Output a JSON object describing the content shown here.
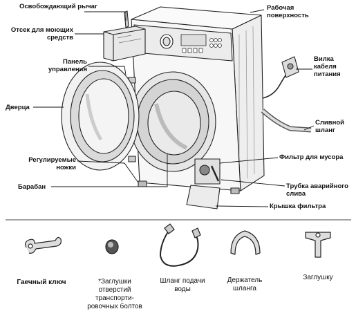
{
  "callouts": {
    "release_lever": "Освобождающий рычаг",
    "work_surface": "Рабочая поверхность",
    "detergent_drawer": "Отсек для моющих средств",
    "control_panel": "Панель управления",
    "power_plug": "Вилка кабеля питания",
    "door": "Дверца",
    "drain_hose": "Сливной шланг",
    "adjustable_feet": "Регулируемые ножки",
    "debris_filter": "Фильтр для мусора",
    "drum": "Барабан",
    "emergency_drain_tube": "Трубка аварийного слива",
    "filter_cover": "Крышка фильтра"
  },
  "accessories": {
    "spanner": "Гаечный ключ",
    "hole_caps": "*Заглушки отверстий транспорти- ровочных болтов",
    "water_supply_hose": "Шланг подачи воды",
    "hose_holder": "Держатель шланга",
    "cap": "Заглушку"
  }
}
